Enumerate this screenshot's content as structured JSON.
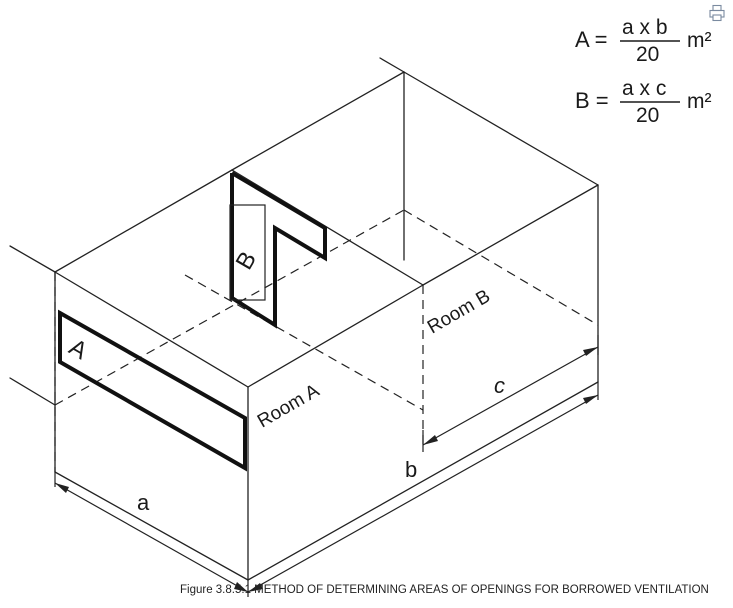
{
  "formulas": {
    "a": {
      "lhs": "A =",
      "numerator": "a x b",
      "denominator": "20",
      "unit": "m²"
    },
    "b": {
      "lhs": "B =",
      "numerator": "a x c",
      "denominator": "20",
      "unit": "m²"
    }
  },
  "labels": {
    "opening_a": "A",
    "opening_b": "B",
    "room_a": "Room A",
    "room_b": "Room B",
    "dim_a": "a",
    "dim_b": "b",
    "dim_c": "c"
  },
  "caption": "Figure 3.8.5.1 METHOD OF DETERMINING AREAS OF OPENINGS FOR BORROWED VENTILATION",
  "icons": {
    "print": "print-icon"
  }
}
